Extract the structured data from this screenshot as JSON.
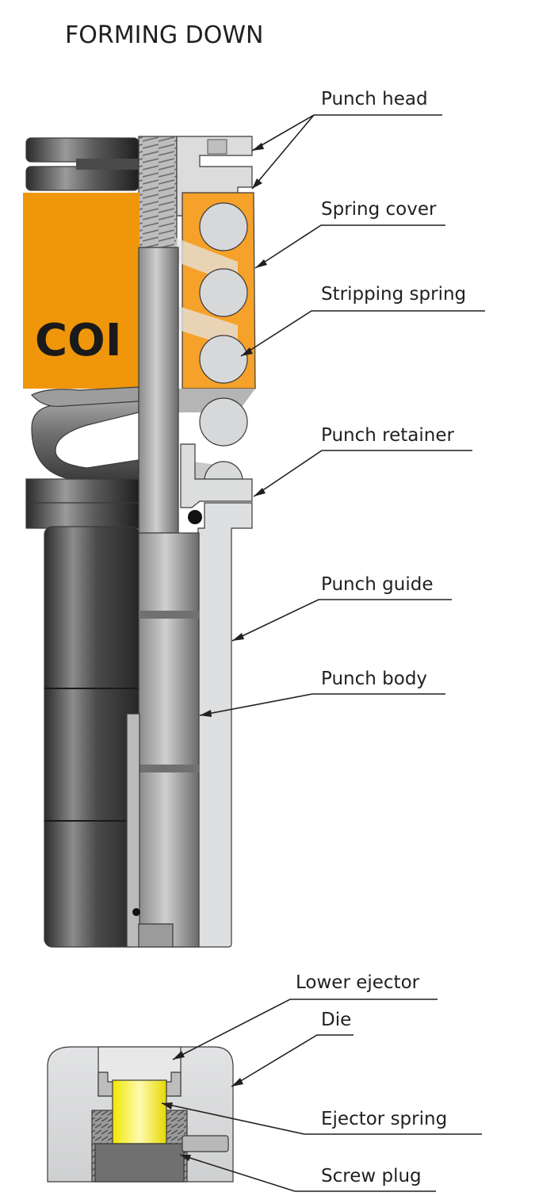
{
  "title": "FORMING DOWN",
  "brand_text": "COI",
  "labels": {
    "punch_head": "Punch head",
    "spring_cover": "Spring cover",
    "stripping_spring": "Stripping spring",
    "punch_retainer": "Punch retainer",
    "punch_guide": "Punch guide",
    "punch_body": "Punch body",
    "lower_ejector": "Lower ejector",
    "die": "Die",
    "ejector_spring": "Ejector spring",
    "screw_plug": "Screw plug"
  },
  "colors": {
    "spring_cover": "#f0960a",
    "ejector_spring": "#f2e600",
    "steel_dark": "#3c3c3c",
    "steel_light": "#d9dadb",
    "text": "#231f20"
  }
}
